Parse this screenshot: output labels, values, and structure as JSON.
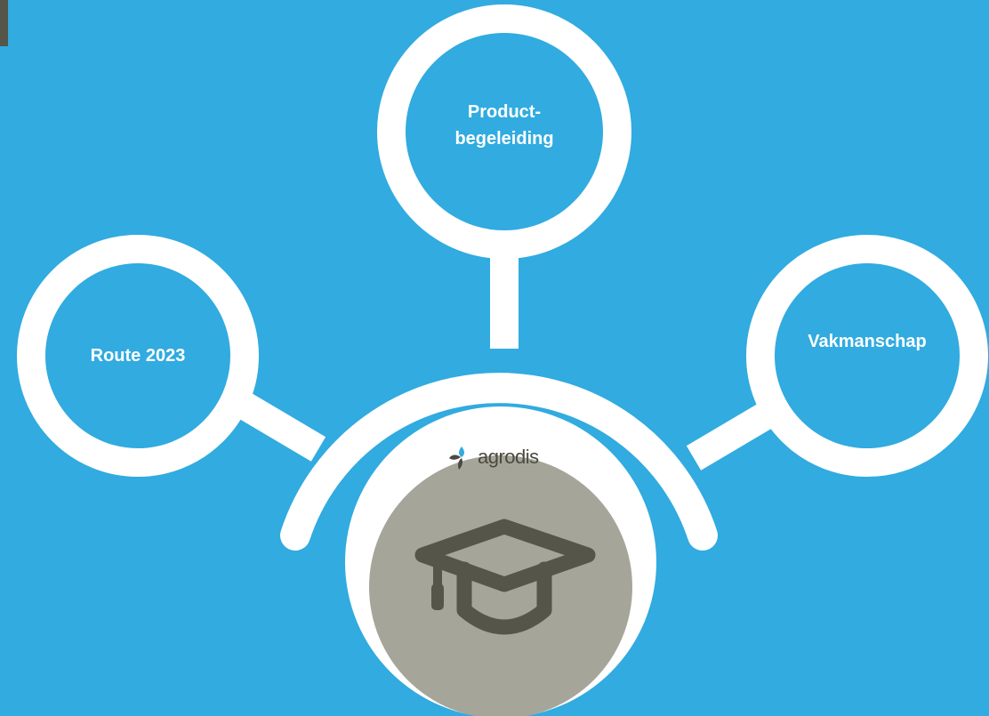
{
  "nodes": {
    "top": {
      "label": "Product-\nbegeleiding"
    },
    "left": {
      "label": "Route 2023"
    },
    "right": {
      "label": "Vakmanschap"
    }
  },
  "center": {
    "logo_text": "agrodis",
    "icon": "graduation-cap-icon"
  },
  "colors": {
    "background": "#31abe0",
    "ring": "#ffffff",
    "center_fill": "#a6a59a",
    "icon": "#55554a",
    "leaf_blue": "#31abe0"
  }
}
